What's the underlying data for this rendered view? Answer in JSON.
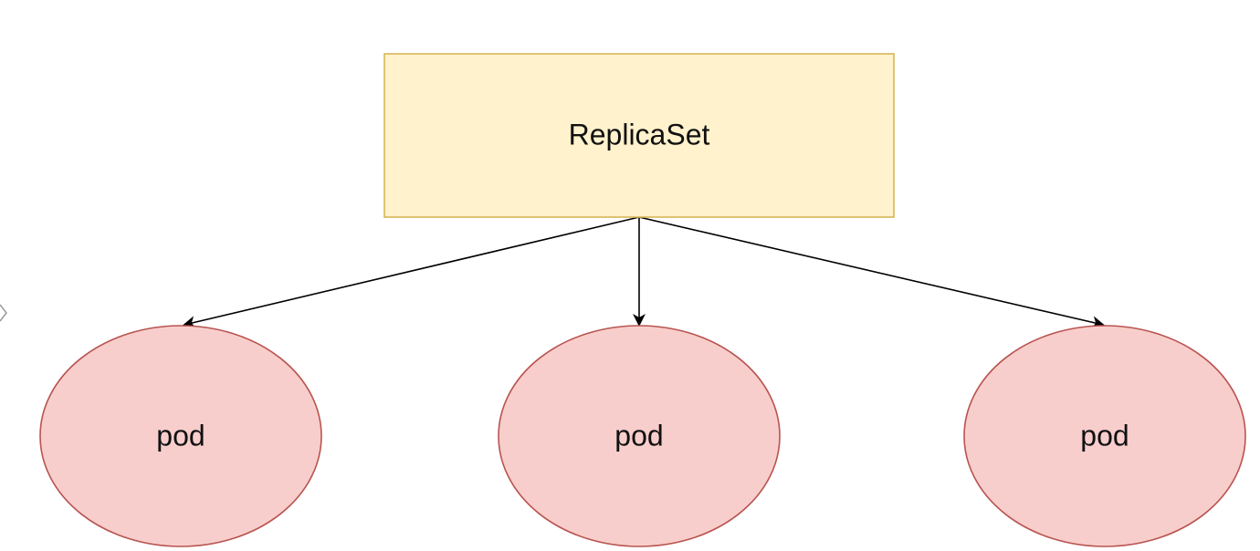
{
  "diagram": {
    "root": {
      "label": "ReplicaSet",
      "fill": "#fff2cc",
      "stroke": "#d6b656"
    },
    "children": [
      {
        "label": "pod"
      },
      {
        "label": "pod"
      },
      {
        "label": "pod"
      }
    ],
    "child_style": {
      "fill": "#f8cecc",
      "stroke": "#b85450"
    },
    "edge_color": "#000000"
  }
}
